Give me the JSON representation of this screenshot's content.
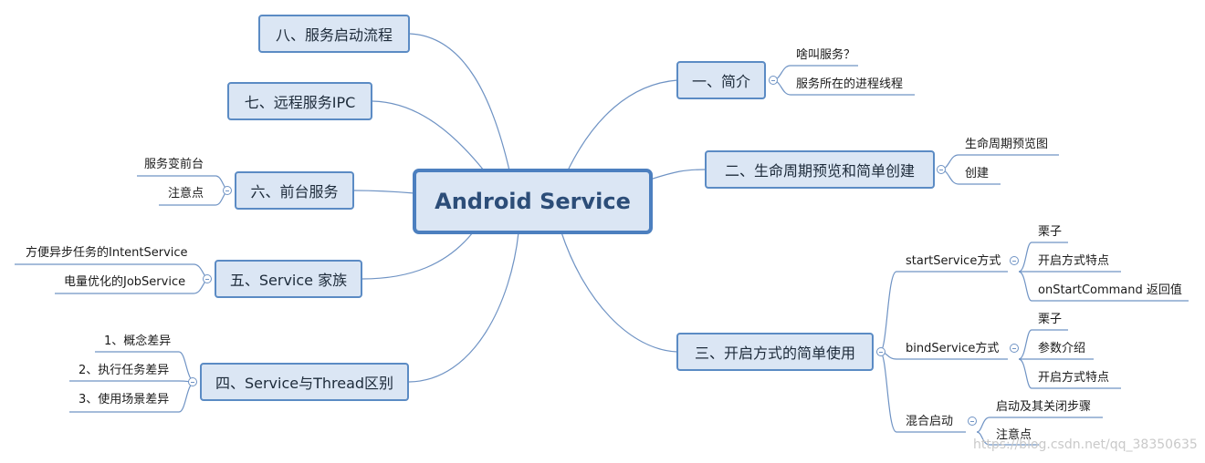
{
  "root": "Android Service",
  "branches": {
    "b1": {
      "label": "一、简介",
      "children": [
        "啥叫服务？",
        "服务所在的进程线程"
      ]
    },
    "b2": {
      "label": "二、生命周期预览和简单创建",
      "children": [
        "生命周期预览图",
        "创建"
      ]
    },
    "b3": {
      "label": "三、开启方式的简单使用",
      "children": [
        {
          "label": "startService方式",
          "children": [
            "栗子",
            "开启方式特点",
            "onStartCommand 返回值"
          ]
        },
        {
          "label": "bindService方式",
          "children": [
            "栗子",
            "参数介绍",
            "开启方式特点"
          ]
        },
        {
          "label": "混合启动",
          "children": [
            "启动及其关闭步骤",
            "注意点"
          ]
        }
      ]
    },
    "b4": {
      "label": "四、Service与Thread区别",
      "children": [
        "1、概念差异",
        "2、执行任务差异",
        "3、使用场景差异"
      ]
    },
    "b5": {
      "label": "五、Service 家族",
      "children": [
        "方便异步任务的IntentService",
        "电量优化的JobService"
      ]
    },
    "b6": {
      "label": "六、前台服务",
      "children": [
        "服务变前台",
        "注意点"
      ]
    },
    "b7": {
      "label": "七、远程服务IPC"
    },
    "b8": {
      "label": "八、服务启动流程"
    }
  },
  "watermark": "https://blog.csdn.net/qq_38350635",
  "colors": {
    "link": "#6f93c4",
    "node_fill": "#dbe6f4",
    "node_border": "#5b8bc4",
    "root_text": "#2c4d78"
  }
}
